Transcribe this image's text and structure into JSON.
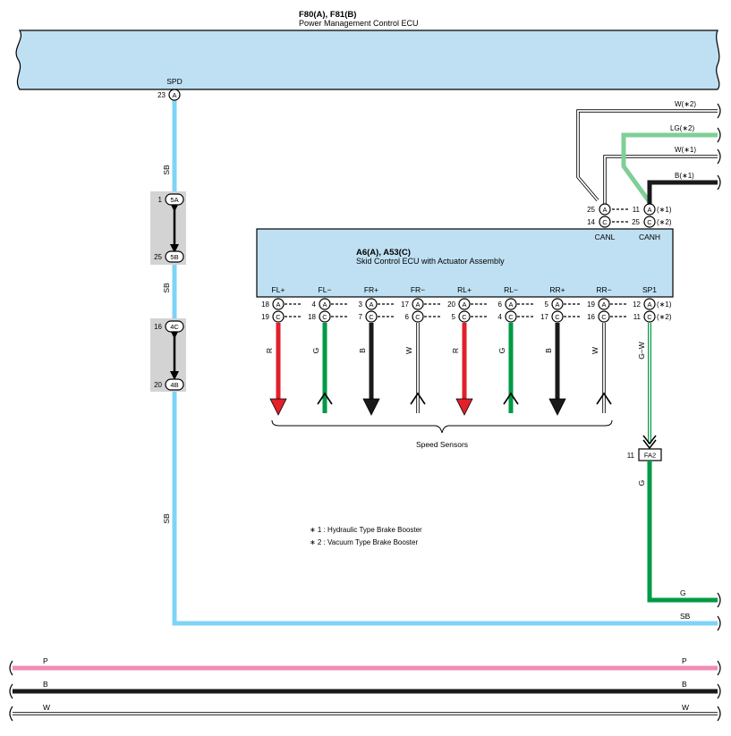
{
  "colors": {
    "ecu_fill": "#bfe0f3",
    "sb": "#7fd3f7",
    "red": "#e2202a",
    "green": "#009a44",
    "light_green": "#7fcf96",
    "black": "#1a1a1a",
    "pink": "#f08cb4",
    "gray_block": "#d3d3d3"
  },
  "top_ecu": {
    "title": "F80(A), F81(B)",
    "subtitle": "Power Management Control ECU",
    "spd_label": "SPD",
    "spd_pin": "23",
    "spd_conn": "A"
  },
  "sb_wire": {
    "label1": "SB",
    "label2": "SB",
    "label3": "SB",
    "right_label": "SB"
  },
  "junctions": [
    {
      "top_pin": "1",
      "top_conn": "5A",
      "bot_pin": "25",
      "bot_conn": "5B"
    },
    {
      "top_pin": "16",
      "top_conn": "4C",
      "bot_pin": "20",
      "bot_conn": "4B"
    }
  ],
  "skid_ecu": {
    "title": "A6(A), A53(C)",
    "subtitle": "Skid Control ECU with Actuator Assembly"
  },
  "sensors": [
    {
      "name": "FL+",
      "a_pin": "18",
      "c_pin": "19",
      "wire": "R"
    },
    {
      "name": "FL−",
      "a_pin": "4",
      "c_pin": "18",
      "wire": "G"
    },
    {
      "name": "FR+",
      "a_pin": "3",
      "c_pin": "7",
      "wire": "B"
    },
    {
      "name": "FR−",
      "a_pin": "17",
      "c_pin": "6",
      "wire": "W"
    },
    {
      "name": "RL+",
      "a_pin": "20",
      "c_pin": "5",
      "wire": "R"
    },
    {
      "name": "RL−",
      "a_pin": "6",
      "c_pin": "4",
      "wire": "G"
    },
    {
      "name": "RR+",
      "a_pin": "5",
      "c_pin": "17",
      "wire": "B"
    },
    {
      "name": "RR−",
      "a_pin": "19",
      "c_pin": "16",
      "wire": "W"
    }
  ],
  "sp1": {
    "name": "SP1",
    "a_pin": "12",
    "c_pin": "11",
    "a_note": "(∗1)",
    "c_note": "(∗2)",
    "wire": "G−W",
    "fa2_pin": "11",
    "fa2_label": "FA2",
    "g_label_v": "G",
    "g_label_h": "G"
  },
  "can": {
    "canl_label": "CANL",
    "canh_label": "CANH",
    "canl_a_pin": "25",
    "canl_c_pin": "14",
    "canh_a_pin": "11",
    "canh_c_pin": "25",
    "a_note": "(∗1)",
    "c_note": "(∗2)",
    "wires": [
      "W(∗2)",
      "LG(∗2)",
      "W(∗1)",
      "B(∗1)"
    ]
  },
  "conn_letters": {
    "a": "A",
    "c": "C"
  },
  "speed_sensors_label": "Speed Sensors",
  "notes": [
    "∗ 1 : Hydraulic Type Brake Booster",
    "∗ 2 : Vacuum Type Brake Booster"
  ],
  "bottom_wires": [
    {
      "label": "P"
    },
    {
      "label": "B"
    },
    {
      "label": "W"
    }
  ]
}
